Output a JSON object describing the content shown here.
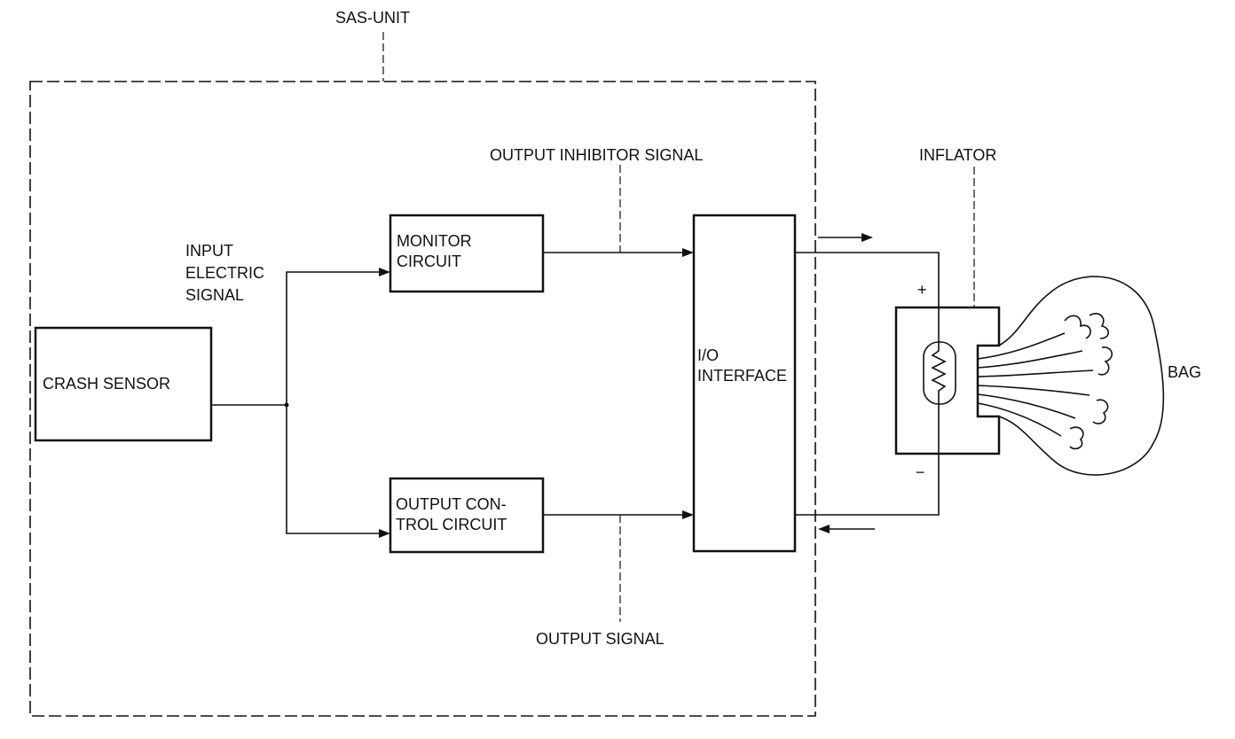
{
  "diagram": {
    "sas_unit_label": "SAS-UNIT",
    "blocks": {
      "crash_sensor": "CRASH SENSOR",
      "monitor_circuit": [
        "MONITOR",
        "CIRCUIT"
      ],
      "output_control_circuit": [
        "OUTPUT CON-",
        "TROL CIRCUIT"
      ],
      "io_interface": [
        "I/O",
        "INTERFACE"
      ]
    },
    "signals": {
      "input_electric_signal": [
        "INPUT",
        "ELECTRIC",
        "SIGNAL"
      ],
      "output_inhibitor_signal": "OUTPUT INHIBITOR SIGNAL",
      "output_signal": "OUTPUT SIGNAL"
    },
    "inflator": {
      "label": "INFLATOR",
      "plus": "+",
      "minus": "−"
    },
    "bag_label": "BAG"
  }
}
